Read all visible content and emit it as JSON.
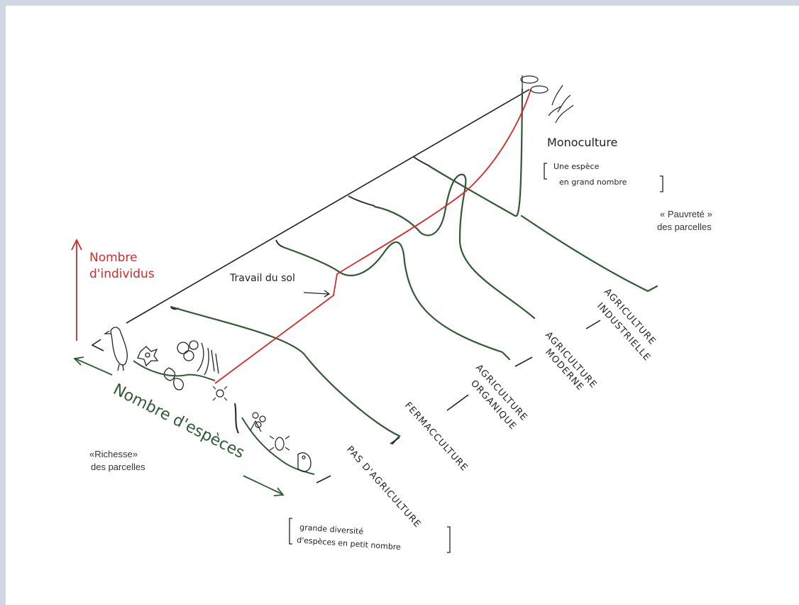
{
  "colors": {
    "background": "#cfd8e2",
    "paper": "#ffffff",
    "ink": "#222222",
    "green": "#2f5a35",
    "red": "#d42a2a"
  },
  "labels": {
    "nombre_individus_1": "Nombre",
    "nombre_individus_2": "d'individus",
    "nombre_especes": "Nombre d'espèces",
    "richesse_1": "«Richesse»",
    "richesse_2": "des parcelles",
    "pauvrete_1": "« Pauvreté »",
    "pauvrete_2": "des parcelles",
    "monoculture": "Monoculture",
    "une_espece_1": "Une espèce",
    "une_espece_2": "en grand nombre",
    "travail_du_sol": "Travail du sol",
    "grande_diversite_1": "grande diversité",
    "grande_diversite_2": "d'espèces en petit nombre"
  },
  "categories": [
    {
      "label": "PAS D'AGRICULTURE"
    },
    {
      "label": "FERMACCULTURE"
    },
    {
      "label": "AGRICULTURE",
      "label2": "ORGANIQUE"
    },
    {
      "label": "AGRICULTURE",
      "label2": "MODERNE"
    },
    {
      "label": "AGRICULTURE",
      "label2": "INDUSTRIELLE"
    }
  ],
  "icons": [
    "bird-icon",
    "flower-icon",
    "plant-cluster-icon",
    "leaf-icon",
    "frog-icon",
    "insect-icon",
    "worm-icon",
    "wheat-icon"
  ]
}
